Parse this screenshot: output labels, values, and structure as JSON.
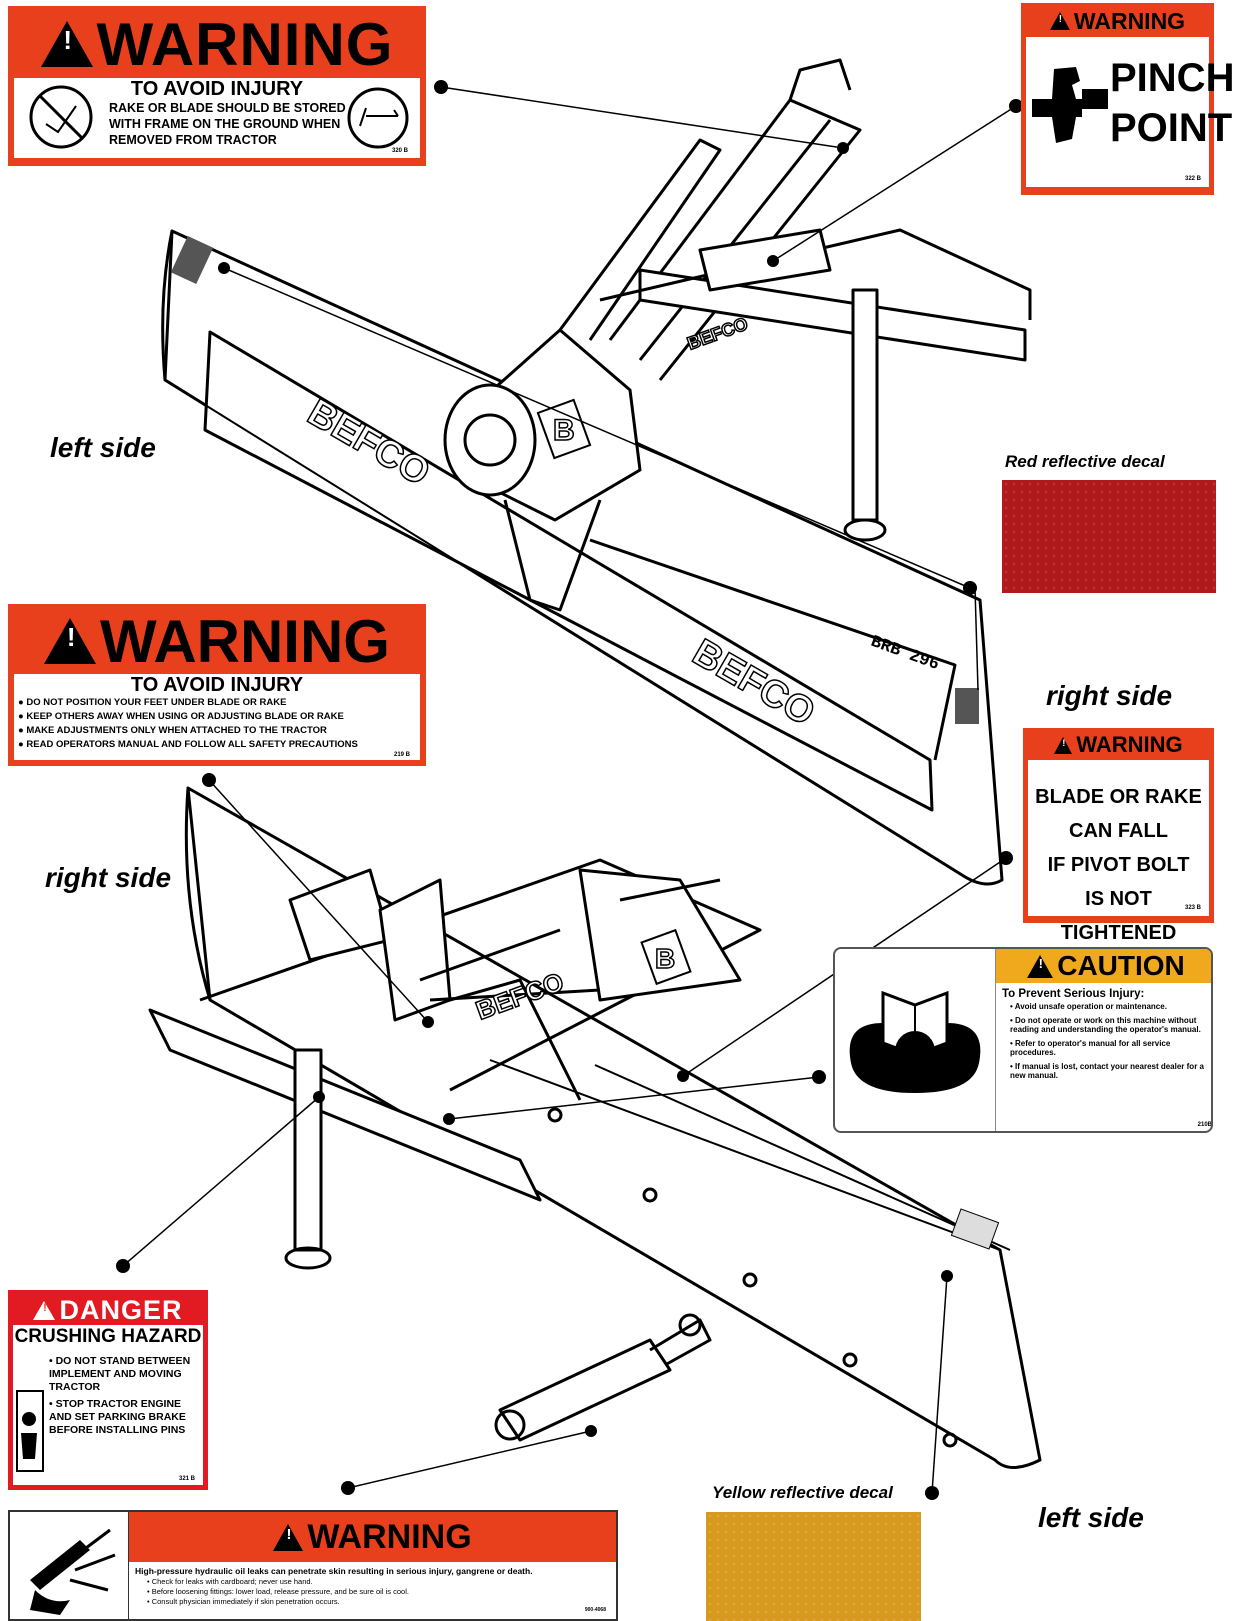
{
  "decal_320b": {
    "header": "WARNING",
    "title": "TO AVOID INJURY",
    "lines": [
      "RAKE OR BLADE SHOULD BE STORED",
      "WITH FRAME ON THE GROUND WHEN",
      "REMOVED FROM TRACTOR"
    ],
    "code": "320 B"
  },
  "decal_322b": {
    "header": "WARNING",
    "line1": "PINCH",
    "line2": "POINT",
    "code": "322 B"
  },
  "decal_219b": {
    "header": "WARNING",
    "title": "TO AVOID INJURY",
    "bullets": [
      "DO NOT POSITION  YOUR FEET UNDER BLADE OR RAKE",
      "KEEP OTHERS AWAY WHEN USING OR ADJUSTING BLADE OR RAKE",
      "MAKE ADJUSTMENTS ONLY WHEN ATTACHED TO THE TRACTOR",
      "READ OPERATORS MANUAL AND FOLLOW ALL SAFETY PRECAUTIONS"
    ],
    "code": "219 B"
  },
  "decal_323b": {
    "header": "WARNING",
    "lines": [
      "BLADE OR RAKE CAN FALL",
      "IF PIVOT BOLT",
      "IS NOT TIGHTENED"
    ],
    "code": "323 B"
  },
  "decal_210b": {
    "header": "CAUTION",
    "title": "To Prevent Serious Injury:",
    "bullets": [
      "Avoid unsafe operation or maintenance.",
      "Do not operate or work on this machine without reading and understanding the operator's manual.",
      "Refer to operator's manual for all service procedures.",
      "If manual is lost, contact your nearest dealer for a new manual."
    ],
    "code": "210B"
  },
  "decal_321b": {
    "header": "DANGER",
    "title": "CRUSHING HAZARD",
    "bullets": [
      "DO NOT STAND BETWEEN IMPLEMENT AND MOVING TRACTOR",
      "STOP TRACTOR ENGINE AND SET PARKING BRAKE BEFORE INSTALLING PINS"
    ],
    "code": "321 B"
  },
  "decal_hydraulic": {
    "header": "WARNING",
    "main": "High-pressure hydraulic oil leaks can penetrate skin resulting in serious injury, gangrene or death.",
    "bullets": [
      "Check for leaks with cardboard; never use hand.",
      "Before loosening fittings: lower load, release pressure, and  be sure oil is cool.",
      "Consult physician immediately if skin penetration  occurs."
    ],
    "code": "900-4068"
  },
  "reflectors": {
    "red_label": "Red reflective decal",
    "yellow_label": "Yellow reflective decal",
    "red_color": "#b0191c",
    "yellow_color": "#d79a1f"
  },
  "side_labels": {
    "top_left": "left side",
    "top_right": "right side",
    "bottom_left": "right side",
    "bottom_right": "left side"
  },
  "machine_markings": {
    "brand": "BEFCO",
    "model": "BRB 296",
    "badge": "B"
  },
  "colors": {
    "warning_orange": "#e8401c",
    "caution_yellow": "#f0a81d",
    "danger_red": "#e21b23"
  }
}
